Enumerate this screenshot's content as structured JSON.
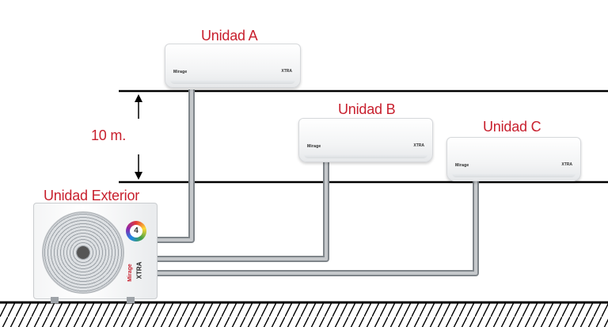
{
  "labels": {
    "unit_a": "Unidad A",
    "unit_b": "Unidad B",
    "unit_c": "Unidad C",
    "outdoor": "Unidad Exterior",
    "height": "10 m."
  },
  "colors": {
    "label": "#c8202e",
    "pipe": "#a9adb1",
    "line": "#000000"
  },
  "units": {
    "brand_text": "Mirage",
    "series_text": "XTRA",
    "badge_text": "4"
  }
}
